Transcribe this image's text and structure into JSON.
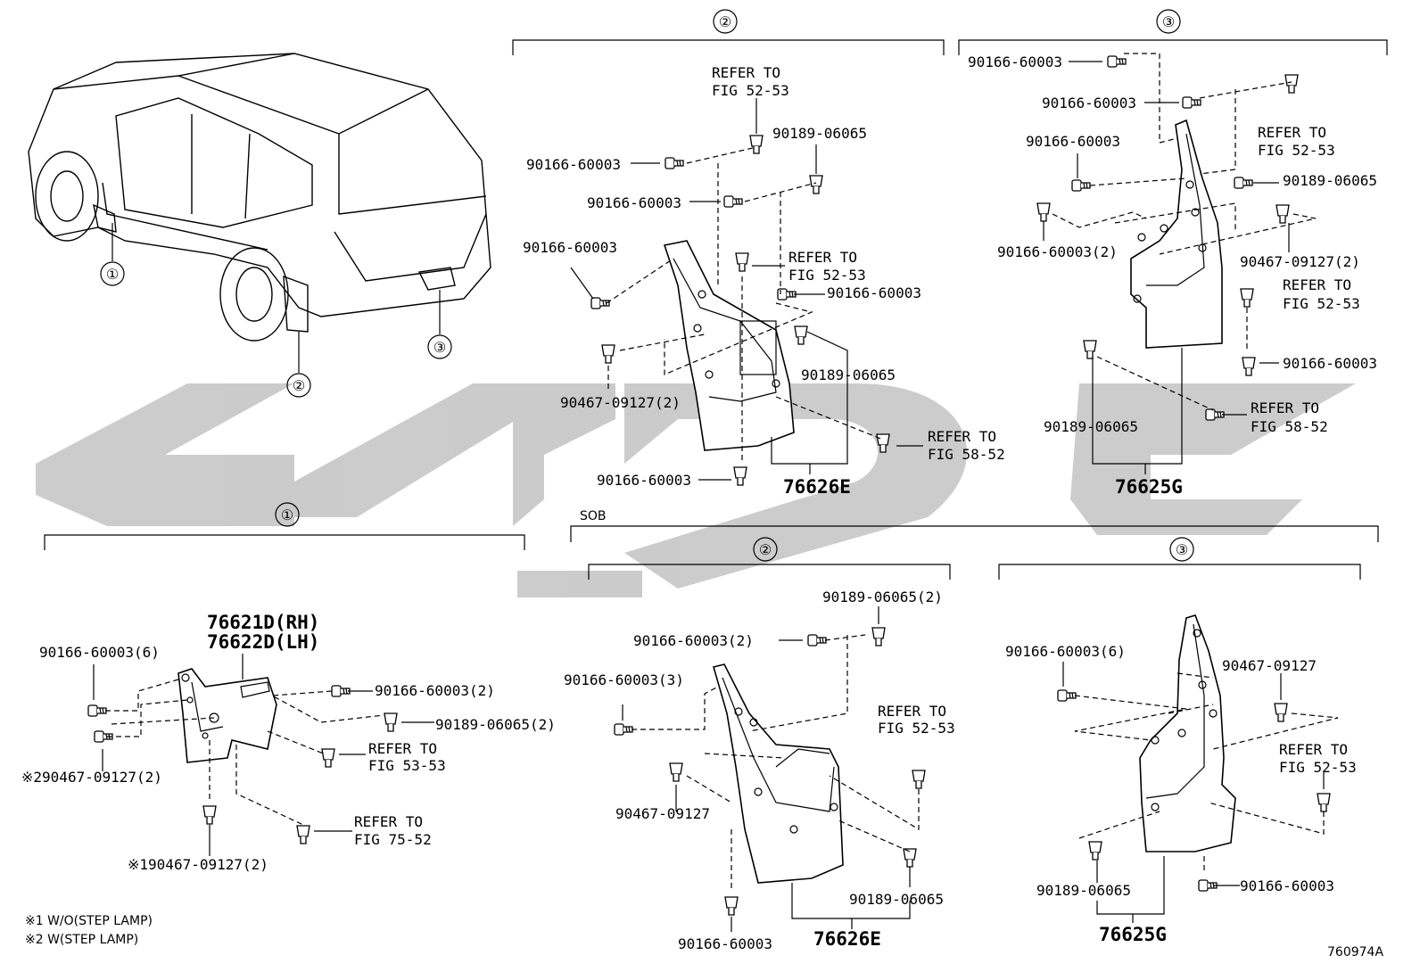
{
  "drawing_number": "760974A",
  "option_label": "SOB",
  "callouts": {
    "one": "①",
    "two": "②",
    "three": "③"
  },
  "footnotes": {
    "note1": "※1 W/O(STEP LAMP)",
    "note2": "※2 W(STEP LAMP)"
  },
  "top_two": {
    "refer_a": [
      "REFER TO",
      "FIG 52-53"
    ],
    "p_90189_a": "90189-06065",
    "p_90166_a": "90166-60003",
    "p_90166_b": "90166-60003",
    "p_90166_c": "90166-60003",
    "refer_b": [
      "REFER TO",
      "FIG 52-53"
    ],
    "p_90166_d": "90166-60003",
    "p_90467": "90467-09127(2)",
    "p_90189_b": "90189-06065",
    "refer_c": [
      "REFER TO",
      "FIG 58-52"
    ],
    "p_90166_e": "90166-60003",
    "assembly": "76626E"
  },
  "top_three": {
    "p_90166_a": "90166-60003",
    "p_90166_b": "90166-60003",
    "refer_a": [
      "REFER TO",
      "FIG 52-53"
    ],
    "p_90166_c": "90166-60003",
    "p_90189_a": "90189-06065",
    "p_90166_d": "90166-60003(2)",
    "p_90467": "90467-09127(2)",
    "refer_b": [
      "REFER TO",
      "FIG 52-53"
    ],
    "p_90166_e": "90166-60003",
    "refer_c": [
      "REFER TO",
      "FIG 58-52"
    ],
    "p_90189_b": "90189-06065",
    "assembly": "76625G"
  },
  "bottom_one": {
    "assembly_rh": "76621D(RH)",
    "assembly_lh": "76622D(LH)",
    "p_90166_six": "90166-60003(6)",
    "p_90166_two": "90166-60003(2)",
    "p_90189_two": "90189-06065(2)",
    "refer_a": [
      "REFER TO",
      "FIG 53-53"
    ],
    "p_90467_note2": "※290467-09127(2)",
    "refer_b": [
      "REFER TO",
      "FIG 75-52"
    ],
    "p_90467_note1": "※190467-09127(2)"
  },
  "bottom_two": {
    "p_90189_two": "90189-06065(2)",
    "p_90166_two": "90166-60003(2)",
    "p_90166_three": "90166-60003(3)",
    "refer_a": [
      "REFER TO",
      "FIG 52-53"
    ],
    "p_90467": "90467-09127",
    "p_90189": "90189-06065",
    "p_90166": "90166-60003",
    "assembly": "76626E"
  },
  "bottom_three": {
    "p_90166_six": "90166-60003(6)",
    "p_90467": "90467-09127",
    "refer_a": [
      "REFER TO",
      "FIG 52-53"
    ],
    "p_90189": "90189-06065",
    "p_90166": "90166-60003",
    "assembly": "76625G"
  }
}
